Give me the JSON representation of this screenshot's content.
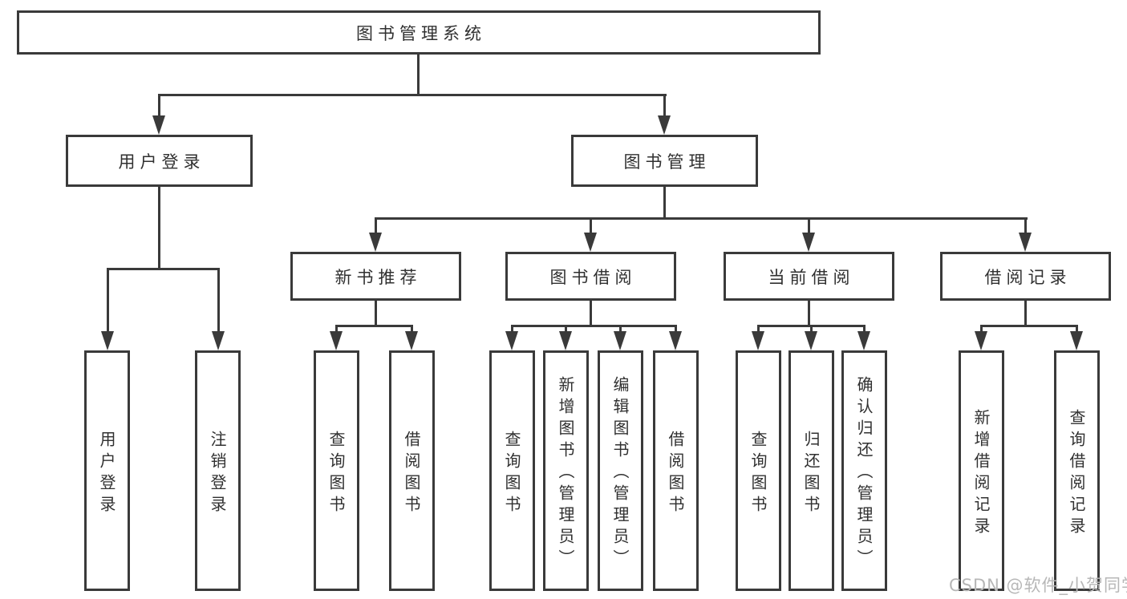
{
  "tree": {
    "root": {
      "label": "图书管理系统",
      "children": [
        {
          "label": "用户登录",
          "children": [
            {
              "label": "用户登录"
            },
            {
              "label": "注销登录"
            }
          ]
        },
        {
          "label": "图书管理",
          "children": [
            {
              "label": "新书推荐",
              "children": [
                {
                  "label": "查询图书"
                },
                {
                  "label": "借阅图书"
                }
              ]
            },
            {
              "label": "图书借阅",
              "children": [
                {
                  "label": "查询图书"
                },
                {
                  "label": "新增图书（管理员）"
                },
                {
                  "label": "编辑图书（管理员）"
                },
                {
                  "label": "借阅图书"
                }
              ]
            },
            {
              "label": "当前借阅",
              "children": [
                {
                  "label": "查询图书"
                },
                {
                  "label": "归还图书"
                },
                {
                  "label": "确认归还（管理员）"
                }
              ]
            },
            {
              "label": "借阅记录",
              "children": [
                {
                  "label": "新增借阅记录"
                },
                {
                  "label": "查询借阅记录"
                }
              ]
            }
          ]
        }
      ]
    }
  },
  "watermark": {
    "text": "CSDN @软件_小贺同学"
  },
  "colors": {
    "line": "#3a3a3a",
    "text": "#303030",
    "watermark": "#b7b7b7",
    "background": "#ffffff"
  }
}
